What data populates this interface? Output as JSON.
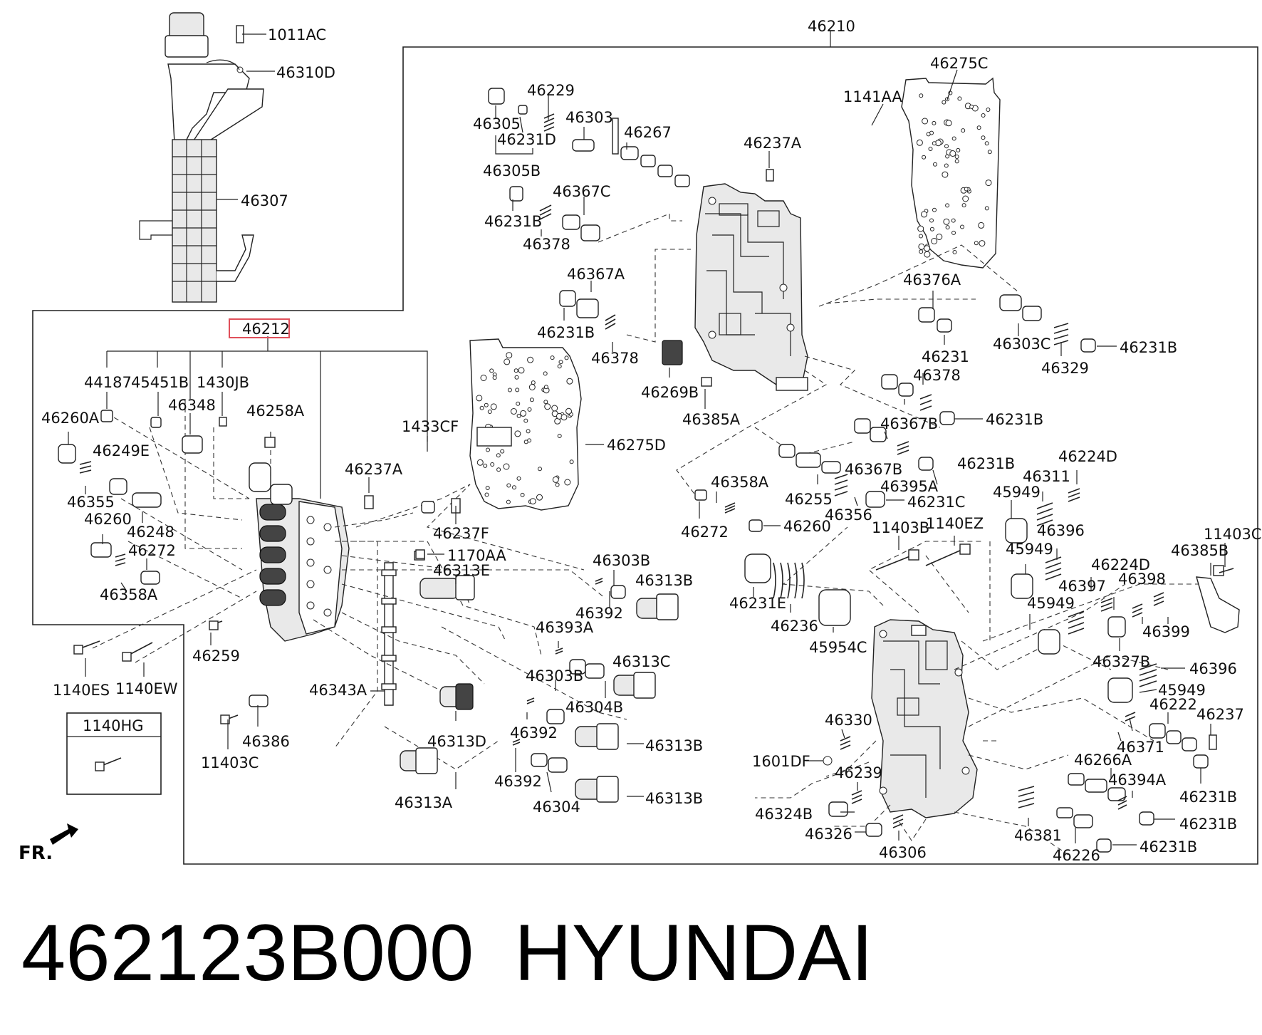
{
  "part_number": "462123B000",
  "brand": "HYUNDAI",
  "direction_label": "FR.",
  "highlighted_label": "46212",
  "inset_box_label": "1140HG",
  "labels": [
    {
      "id": "l-46210",
      "text": "46210"
    },
    {
      "id": "l-1011AC",
      "text": "1011AC"
    },
    {
      "id": "l-46310D",
      "text": "46310D"
    },
    {
      "id": "l-46307",
      "text": "46307"
    },
    {
      "id": "l-46275C",
      "text": "46275C"
    },
    {
      "id": "l-1141AA",
      "text": "1141AA"
    },
    {
      "id": "l-46229",
      "text": "46229"
    },
    {
      "id": "l-46303",
      "text": "46303"
    },
    {
      "id": "l-46267",
      "text": "46267"
    },
    {
      "id": "l-46305",
      "text": "46305"
    },
    {
      "id": "l-46231D",
      "text": "46231D"
    },
    {
      "id": "l-46305B",
      "text": "46305B"
    },
    {
      "id": "l-46237A-top",
      "text": "46237A"
    },
    {
      "id": "l-46367C",
      "text": "46367C"
    },
    {
      "id": "l-46231B-1",
      "text": "46231B"
    },
    {
      "id": "l-46378-1",
      "text": "46378"
    },
    {
      "id": "l-46367A",
      "text": "46367A"
    },
    {
      "id": "l-46231B-2",
      "text": "46231B"
    },
    {
      "id": "l-46378-2",
      "text": "46378"
    },
    {
      "id": "l-46376A",
      "text": "46376A"
    },
    {
      "id": "l-46231",
      "text": "46231"
    },
    {
      "id": "l-46303C",
      "text": "46303C"
    },
    {
      "id": "l-46329",
      "text": "46329"
    },
    {
      "id": "l-46231B-3",
      "text": "46231B"
    },
    {
      "id": "l-46269B",
      "text": "46269B"
    },
    {
      "id": "l-46385A",
      "text": "46385A"
    },
    {
      "id": "l-46378-3",
      "text": "46378"
    },
    {
      "id": "l-46367B-1",
      "text": "46367B"
    },
    {
      "id": "l-46231B-4",
      "text": "46231B"
    },
    {
      "id": "l-44187",
      "text": "44187"
    },
    {
      "id": "l-45451B",
      "text": "45451B"
    },
    {
      "id": "l-1430JB",
      "text": "1430JB"
    },
    {
      "id": "l-46348",
      "text": "46348"
    },
    {
      "id": "l-46260A",
      "text": "46260A"
    },
    {
      "id": "l-46258A",
      "text": "46258A"
    },
    {
      "id": "l-1433CF",
      "text": "1433CF"
    },
    {
      "id": "l-46275D",
      "text": "46275D"
    },
    {
      "id": "l-46249E",
      "text": "46249E"
    },
    {
      "id": "l-46355",
      "text": "46355"
    },
    {
      "id": "l-46237A-mid",
      "text": "46237A"
    },
    {
      "id": "l-46260-1",
      "text": "46260"
    },
    {
      "id": "l-46248",
      "text": "46248"
    },
    {
      "id": "l-46272-1",
      "text": "46272"
    },
    {
      "id": "l-46358A-1",
      "text": "46358A"
    },
    {
      "id": "l-46237F",
      "text": "46237F"
    },
    {
      "id": "l-1170AA",
      "text": "1170AA"
    },
    {
      "id": "l-46313E",
      "text": "46313E"
    },
    {
      "id": "l-46367B-2",
      "text": "46367B"
    },
    {
      "id": "l-46231B-5",
      "text": "46231B"
    },
    {
      "id": "l-46255",
      "text": "46255"
    },
    {
      "id": "l-46395A",
      "text": "46395A"
    },
    {
      "id": "l-46356",
      "text": "46356"
    },
    {
      "id": "l-46231C",
      "text": "46231C"
    },
    {
      "id": "l-46358A-2",
      "text": "46358A"
    },
    {
      "id": "l-46272-2",
      "text": "46272"
    },
    {
      "id": "l-46260-2",
      "text": "46260"
    },
    {
      "id": "l-46224D-1",
      "text": "46224D"
    },
    {
      "id": "l-46311",
      "text": "46311"
    },
    {
      "id": "l-45949-1",
      "text": "45949"
    },
    {
      "id": "l-11403B",
      "text": "11403B"
    },
    {
      "id": "l-1140EZ",
      "text": "1140EZ"
    },
    {
      "id": "l-46396-1",
      "text": "46396"
    },
    {
      "id": "l-11403C-1",
      "text": "11403C"
    },
    {
      "id": "l-46385B",
      "text": "46385B"
    },
    {
      "id": "l-45949-2",
      "text": "45949"
    },
    {
      "id": "l-46224D-2",
      "text": "46224D"
    },
    {
      "id": "l-46303B-1",
      "text": "46303B"
    },
    {
      "id": "l-46313B-1",
      "text": "46313B"
    },
    {
      "id": "l-46392-1",
      "text": "46392"
    },
    {
      "id": "l-46231E",
      "text": "46231E"
    },
    {
      "id": "l-46236",
      "text": "46236"
    },
    {
      "id": "l-45954C",
      "text": "45954C"
    },
    {
      "id": "l-46397",
      "text": "46397"
    },
    {
      "id": "l-46398",
      "text": "46398"
    },
    {
      "id": "l-46399",
      "text": "46399"
    },
    {
      "id": "l-45949-3",
      "text": "45949"
    },
    {
      "id": "l-46393A",
      "text": "46393A"
    },
    {
      "id": "l-46259",
      "text": "46259"
    },
    {
      "id": "l-1140ES",
      "text": "1140ES"
    },
    {
      "id": "l-1140EW",
      "text": "1140EW"
    },
    {
      "id": "l-46343A",
      "text": "46343A"
    },
    {
      "id": "l-46303B-2",
      "text": "46303B"
    },
    {
      "id": "l-46313C",
      "text": "46313C"
    },
    {
      "id": "l-46304B",
      "text": "46304B"
    },
    {
      "id": "l-46327B",
      "text": "46327B"
    },
    {
      "id": "l-46396-2",
      "text": "46396"
    },
    {
      "id": "l-45949-4",
      "text": "45949"
    },
    {
      "id": "l-46386",
      "text": "46386"
    },
    {
      "id": "l-46313D",
      "text": "46313D"
    },
    {
      "id": "l-46392-2",
      "text": "46392"
    },
    {
      "id": "l-46313B-2",
      "text": "46313B"
    },
    {
      "id": "l-46330",
      "text": "46330"
    },
    {
      "id": "l-46222",
      "text": "46222"
    },
    {
      "id": "l-46237",
      "text": "46237"
    },
    {
      "id": "l-46371",
      "text": "46371"
    },
    {
      "id": "l-11403C-2",
      "text": "11403C"
    },
    {
      "id": "l-1601DF",
      "text": "1601DF"
    },
    {
      "id": "l-46239",
      "text": "46239"
    },
    {
      "id": "l-46266A",
      "text": "46266A"
    },
    {
      "id": "l-46394A",
      "text": "46394A"
    },
    {
      "id": "l-46231B-6",
      "text": "46231B"
    },
    {
      "id": "l-46392-3",
      "text": "46392"
    },
    {
      "id": "l-46304",
      "text": "46304"
    },
    {
      "id": "l-46313B-3",
      "text": "46313B"
    },
    {
      "id": "l-46313A",
      "text": "46313A"
    },
    {
      "id": "l-46324B",
      "text": "46324B"
    },
    {
      "id": "l-46326",
      "text": "46326"
    },
    {
      "id": "l-46306",
      "text": "46306"
    },
    {
      "id": "l-46381",
      "text": "46381"
    },
    {
      "id": "l-46226",
      "text": "46226"
    },
    {
      "id": "l-46231B-7",
      "text": "46231B"
    },
    {
      "id": "l-46231B-8",
      "text": "46231B"
    }
  ]
}
